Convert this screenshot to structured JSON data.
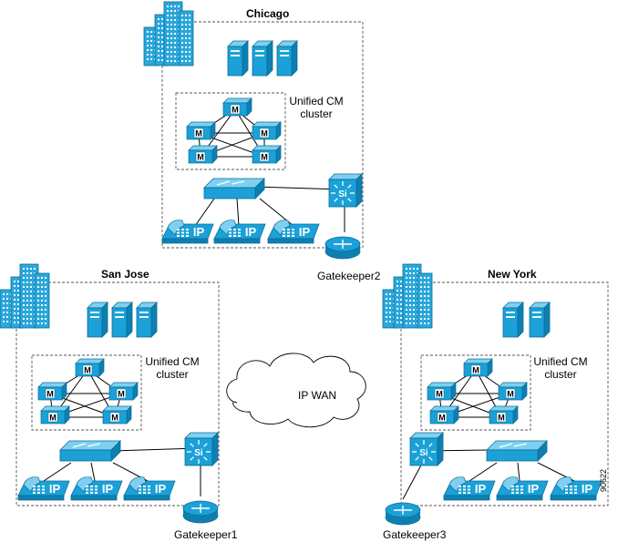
{
  "sites": {
    "chicago": {
      "name": "Chicago",
      "cluster_label_1": "Unified CM",
      "cluster_label_2": "cluster",
      "gatekeeper": "Gatekeeper2"
    },
    "sanjose": {
      "name": "San Jose",
      "cluster_label_1": "Unified CM",
      "cluster_label_2": "cluster",
      "gatekeeper": "Gatekeeper1"
    },
    "newyork": {
      "name": "New York",
      "cluster_label_1": "Unified CM",
      "cluster_label_2": "cluster",
      "gatekeeper": "Gatekeeper3"
    }
  },
  "wan": {
    "label": "IP WAN"
  },
  "phone_label": "IP",
  "server_label": "M",
  "l3switch_label": "Si",
  "figure_id": "90622",
  "colors": {
    "device": "#1ba1d8",
    "device_dark": "#0e7fb0",
    "device_light": "#7fd0f0",
    "building": "#2aa7db",
    "line": "#000000",
    "dash": "#555555"
  }
}
